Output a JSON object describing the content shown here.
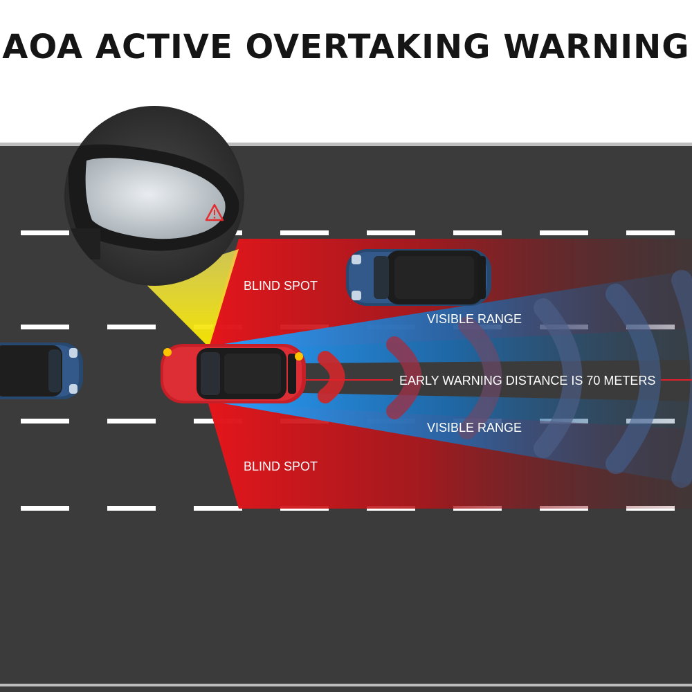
{
  "title": "AOA ACTIVE OVERTAKING WARNING",
  "labels": {
    "blind_spot_top": "BLIND SPOT",
    "visible_range_top": "VISIBLE RANGE",
    "early_warning": "EARLY WARNING DISTANCE IS 70 METERS",
    "visible_range_bottom": "VISIBLE RANGE",
    "blind_spot_bottom": "BLIND SPOT"
  },
  "icons": {
    "mirror_warning": "warning-triangle-icon"
  },
  "colors": {
    "road": "#3b3b3b",
    "blind_spot": "#d71518",
    "visible_range": "#1e8fe6",
    "warning_line": "#e2202a",
    "ego_car": "#d9262e",
    "blue_car": "#2a4e7a",
    "mirror_beam": "#f6e800",
    "indicator": "#ffc400"
  }
}
